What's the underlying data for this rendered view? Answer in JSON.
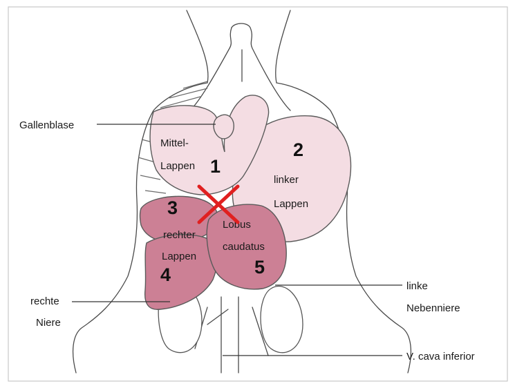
{
  "labels": {
    "gallenblase": "Gallenblase",
    "rechte": "rechte",
    "niere": "Niere",
    "linke": "linke",
    "nebenniere": "Nebenniere",
    "vcava": "V. cava inferior"
  },
  "lobes": {
    "mittel_line1": "Mittel-",
    "mittel_line2": "Lappen",
    "mittel_num": "1",
    "linker_line1": "linker",
    "linker_line2": "Lappen",
    "linker_num": "2",
    "rechter_line1": "rechter",
    "rechter_line2": "Lappen",
    "rechter_num_upper": "3",
    "rechter_num_lower": "4",
    "caudatus_line1": "Lobus",
    "caudatus_line2": "caudatus",
    "caudatus_num": "5"
  },
  "colors": {
    "lobe_light": "#f4dde3",
    "lobe_dark": "#cc8095",
    "cross": "#e02020"
  }
}
